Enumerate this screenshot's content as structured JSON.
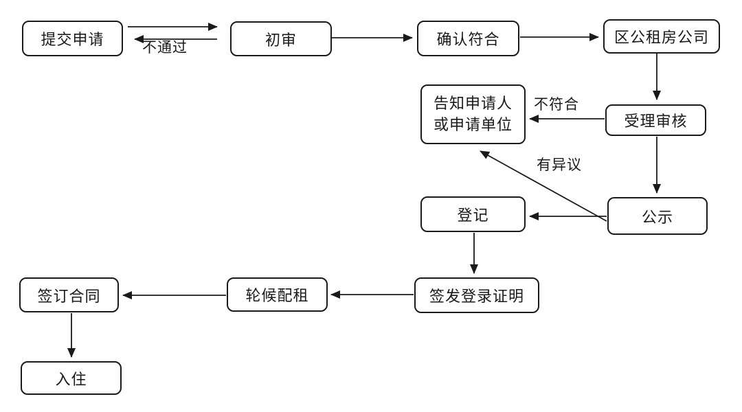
{
  "diagram": {
    "nodes": {
      "submit": {
        "label": "提交申请"
      },
      "initial_review": {
        "label": "初审"
      },
      "confirm_qualified": {
        "label": "确认符合"
      },
      "district_company": {
        "label": "区公租房公司"
      },
      "notify_applicant": {
        "lines": [
          "告知申请人",
          "或申请单位"
        ]
      },
      "accept_review": {
        "label": "受理审核"
      },
      "publicity": {
        "label": "公示"
      },
      "register": {
        "label": "登记"
      },
      "issue_certificate": {
        "label": "签发登录证明"
      },
      "waitlist_allocation": {
        "label": "轮候配租"
      },
      "sign_contract": {
        "label": "签订合同"
      },
      "move_in": {
        "label": "入住"
      }
    },
    "edge_labels": {
      "not_passed": "不通过",
      "not_qualified": "不符合",
      "objection": "有异议"
    },
    "colors": {
      "stroke": "#1a1a1a",
      "background": "#ffffff"
    }
  }
}
